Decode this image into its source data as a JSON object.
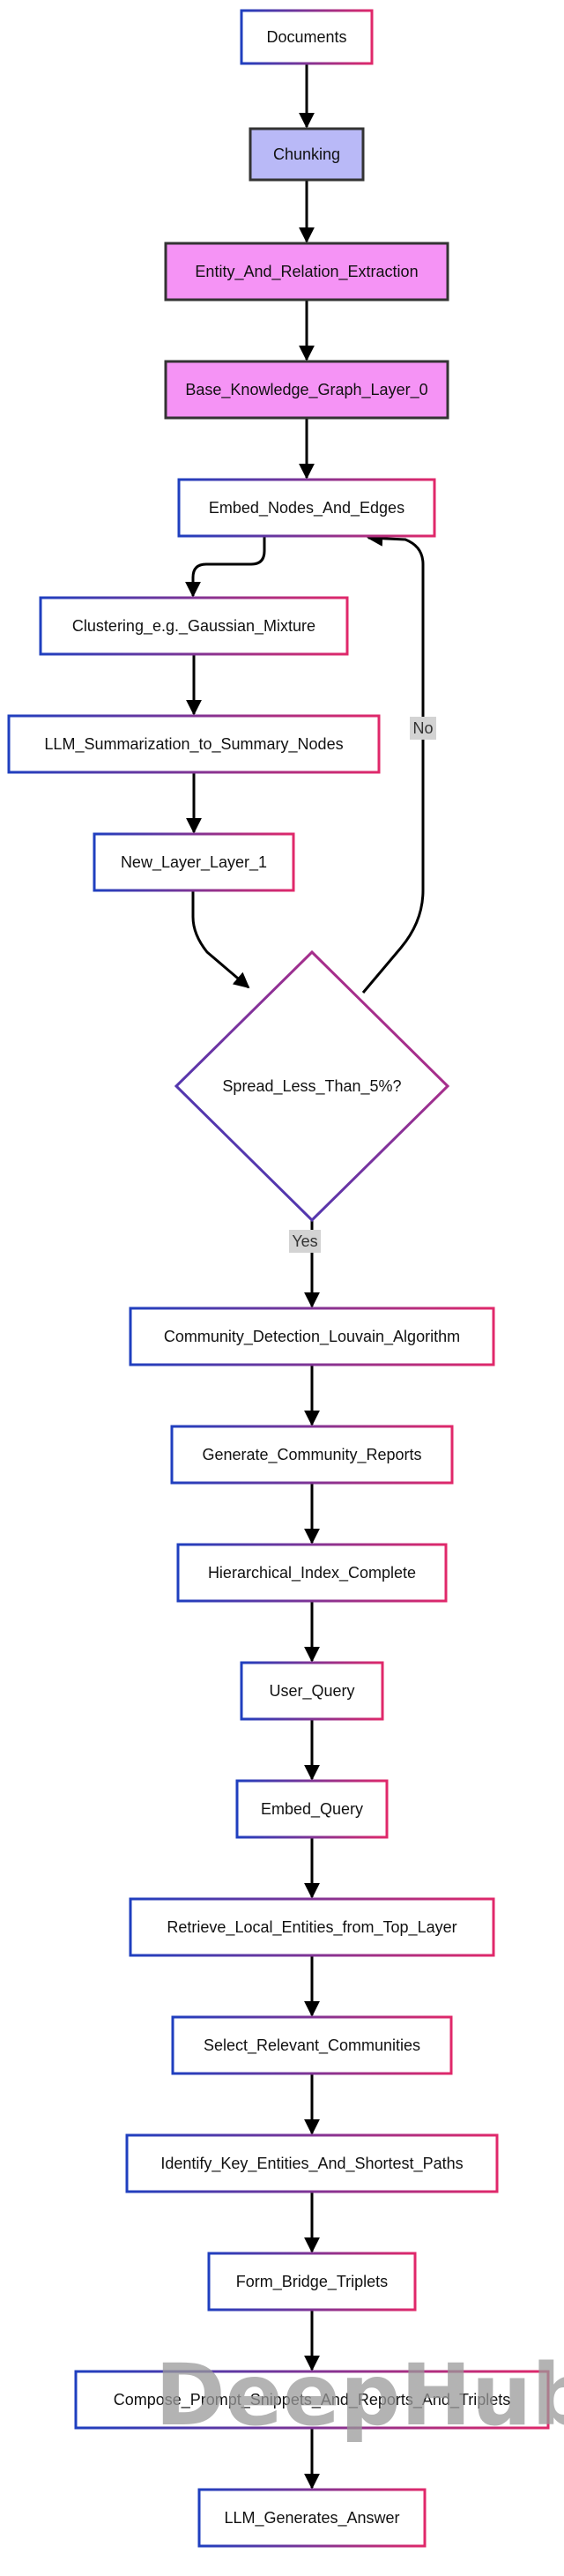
{
  "colors": {
    "border_start": "#1f3fbf",
    "border_end": "#e0286a",
    "diamond_start": "#2a3bbf",
    "diamond_end": "#d02a7a",
    "fill_chunking": "#b9b9f7",
    "fill_extraction": "#f593f5",
    "stroke_filled": "#333333"
  },
  "nodes": [
    {
      "id": "documents",
      "label": "Documents"
    },
    {
      "id": "chunking",
      "label": "Chunking"
    },
    {
      "id": "extraction",
      "label": "Entity_And_Relation_Extraction"
    },
    {
      "id": "base_layer",
      "label": "Base_Knowledge_Graph_Layer_0"
    },
    {
      "id": "embed_nodes",
      "label": "Embed_Nodes_And_Edges"
    },
    {
      "id": "clustering",
      "label": "Clustering_e.g._Gaussian_Mixture"
    },
    {
      "id": "summarization",
      "label": "LLM_Summarization_to_Summary_Nodes"
    },
    {
      "id": "new_layer",
      "label": "New_Layer_Layer_1"
    },
    {
      "id": "spread",
      "label": "Spread_Less_Than_5%?"
    },
    {
      "id": "community",
      "label": "Community_Detection_Louvain_Algorithm"
    },
    {
      "id": "reports",
      "label": "Generate_Community_Reports"
    },
    {
      "id": "index",
      "label": "Hierarchical_Index_Complete"
    },
    {
      "id": "user_query",
      "label": "User_Query"
    },
    {
      "id": "embed_query",
      "label": "Embed_Query"
    },
    {
      "id": "retrieve",
      "label": "Retrieve_Local_Entities_from_Top_Layer"
    },
    {
      "id": "select",
      "label": "Select_Relevant_Communities"
    },
    {
      "id": "identify",
      "label": "Identify_Key_Entities_And_Shortest_Paths"
    },
    {
      "id": "bridge",
      "label": "Form_Bridge_Triplets"
    },
    {
      "id": "compose",
      "label": "Compose_Prompt_Snippets_And_Reports_And_Triplets"
    },
    {
      "id": "answer",
      "label": "LLM_Generates_Answer"
    }
  ],
  "edge_labels": {
    "no": "No",
    "yes": "Yes"
  },
  "watermark": "DeepHub I"
}
